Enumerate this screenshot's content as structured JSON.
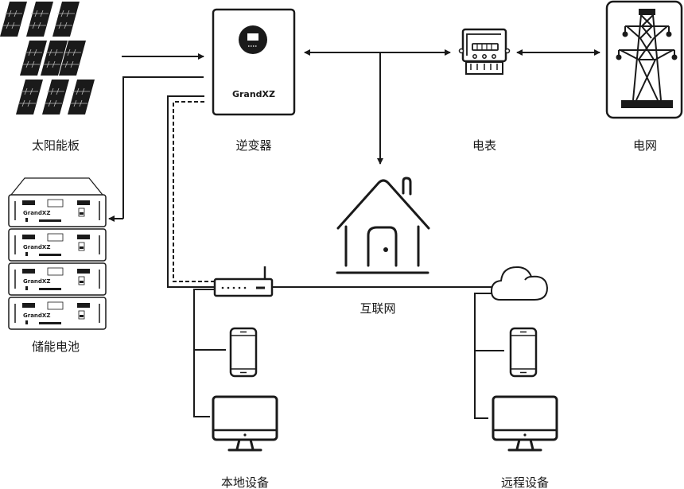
{
  "title": "GrandXZ solar energy storage system diagram",
  "colors": {
    "stroke": "#1a1a1a",
    "background": "#ffffff"
  },
  "nodes": {
    "solar": {
      "label": "太阳能板",
      "icon": "solar-panel-icon"
    },
    "inverter": {
      "label": "逆变器",
      "brand": "GrandXZ",
      "icon": "inverter-icon"
    },
    "meter": {
      "label": "电表",
      "icon": "electric-meter-icon"
    },
    "grid": {
      "label": "电网",
      "icon": "power-tower-icon"
    },
    "battery": {
      "label": "储能电池",
      "brand": "GrandXZ",
      "modules": 4,
      "icon": "battery-rack-icon"
    },
    "home": {
      "icon": "house-icon"
    },
    "internet": {
      "label": "互联网",
      "icon": "router-icon"
    },
    "cloud": {
      "icon": "cloud-icon"
    },
    "local": {
      "label": "本地设备",
      "devices": [
        "phone",
        "desktop"
      ]
    },
    "remote": {
      "label": "远程设备",
      "devices": [
        "phone",
        "desktop"
      ]
    }
  },
  "connections": [
    {
      "from": "solar",
      "to": "inverter",
      "style": "arrow"
    },
    {
      "from": "inverter",
      "to": "battery",
      "style": "arrow"
    },
    {
      "from": "inverter",
      "to": "meter",
      "style": "double-arrow"
    },
    {
      "from": "inverter",
      "to": "home",
      "style": "arrow"
    },
    {
      "from": "meter",
      "to": "grid",
      "style": "double-arrow"
    },
    {
      "from": "inverter",
      "to": "router",
      "style": "solid+dashed"
    },
    {
      "from": "router",
      "to": "cloud",
      "style": "line"
    },
    {
      "from": "router",
      "to": "local",
      "style": "line"
    },
    {
      "from": "cloud",
      "to": "remote",
      "style": "line"
    }
  ]
}
